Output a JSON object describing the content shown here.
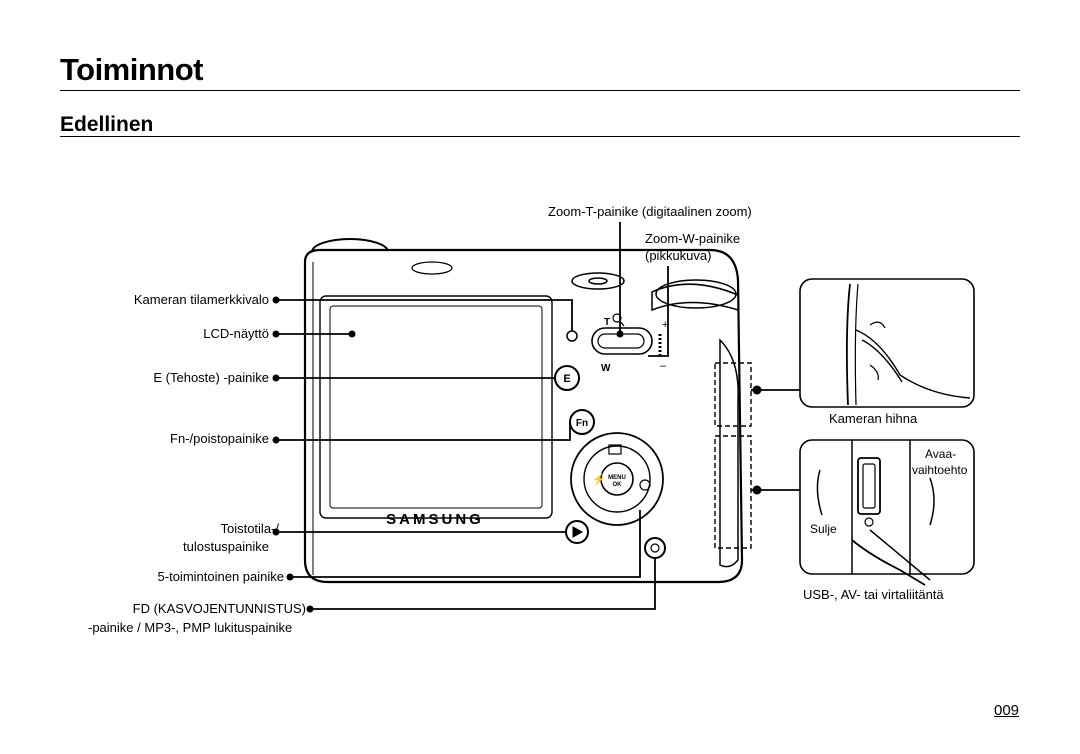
{
  "header": {
    "title": "Toiminnot",
    "subtitle": "Edellinen"
  },
  "camera": {
    "brand": "SAMSUNG",
    "zoom_t": "T",
    "zoom_w": "W",
    "button_e": "E",
    "button_fn": "Fn",
    "menu_ok": [
      "MENU",
      "OK"
    ]
  },
  "labels": {
    "zoom_t": "Zoom-T-painike (digitaalinen zoom)",
    "zoom_w_line1": "Zoom-W-painike",
    "zoom_w_line2": "(pikkukuva)",
    "status_lamp": "Kameran tilamerkkivalo",
    "lcd": "LCD-näyttö",
    "e_button": "E (Tehoste) -painike",
    "fn_button": "Fn-/poistopainike",
    "play_line1": "Toistotila-/",
    "play_line2": "tulostuspainike",
    "five_function": "5-toimintoinen painike",
    "fd_line1": "FD (KASVOJENTUNNISTUS)",
    "fd_line2": "-painike / MP3-, PMP lukituspainike",
    "strap": "Kameran hihna",
    "open_line1": "Avaa-",
    "open_line2": "vaihtoehto",
    "close": "Sulje",
    "usb": "USB-, AV- tai virtaliitäntä"
  },
  "footer": {
    "page_number": "009"
  }
}
